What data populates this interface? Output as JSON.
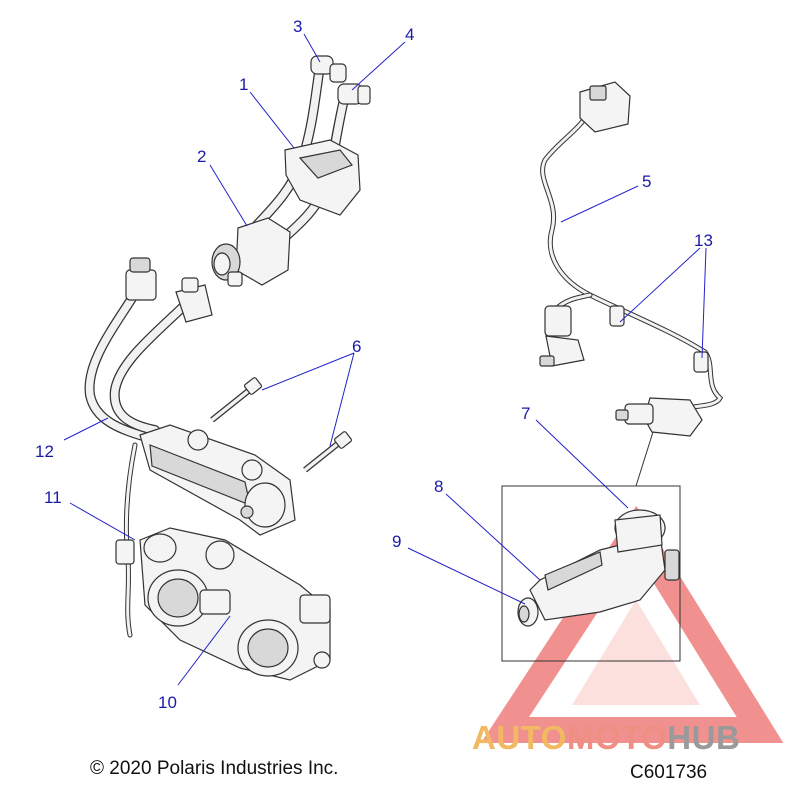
{
  "callouts": [
    "1",
    "2",
    "3",
    "4",
    "5",
    "6",
    "7",
    "8",
    "9",
    "10",
    "11",
    "12",
    "13"
  ],
  "footer": {
    "copyright": "© 2020 Polaris Industries Inc.",
    "figure_code": "C601736"
  },
  "watermark": {
    "part1": "AUTO",
    "part2": "MOTO",
    "part3": "HUB",
    "colors": {
      "auto": "#f2b862",
      "moto": "#ef8f84",
      "hub": "#9a9a9a",
      "triangle": "#e53935"
    }
  },
  "icons": [
    "watermark-triangle-logo"
  ],
  "accent_color": "#1a1aa8"
}
